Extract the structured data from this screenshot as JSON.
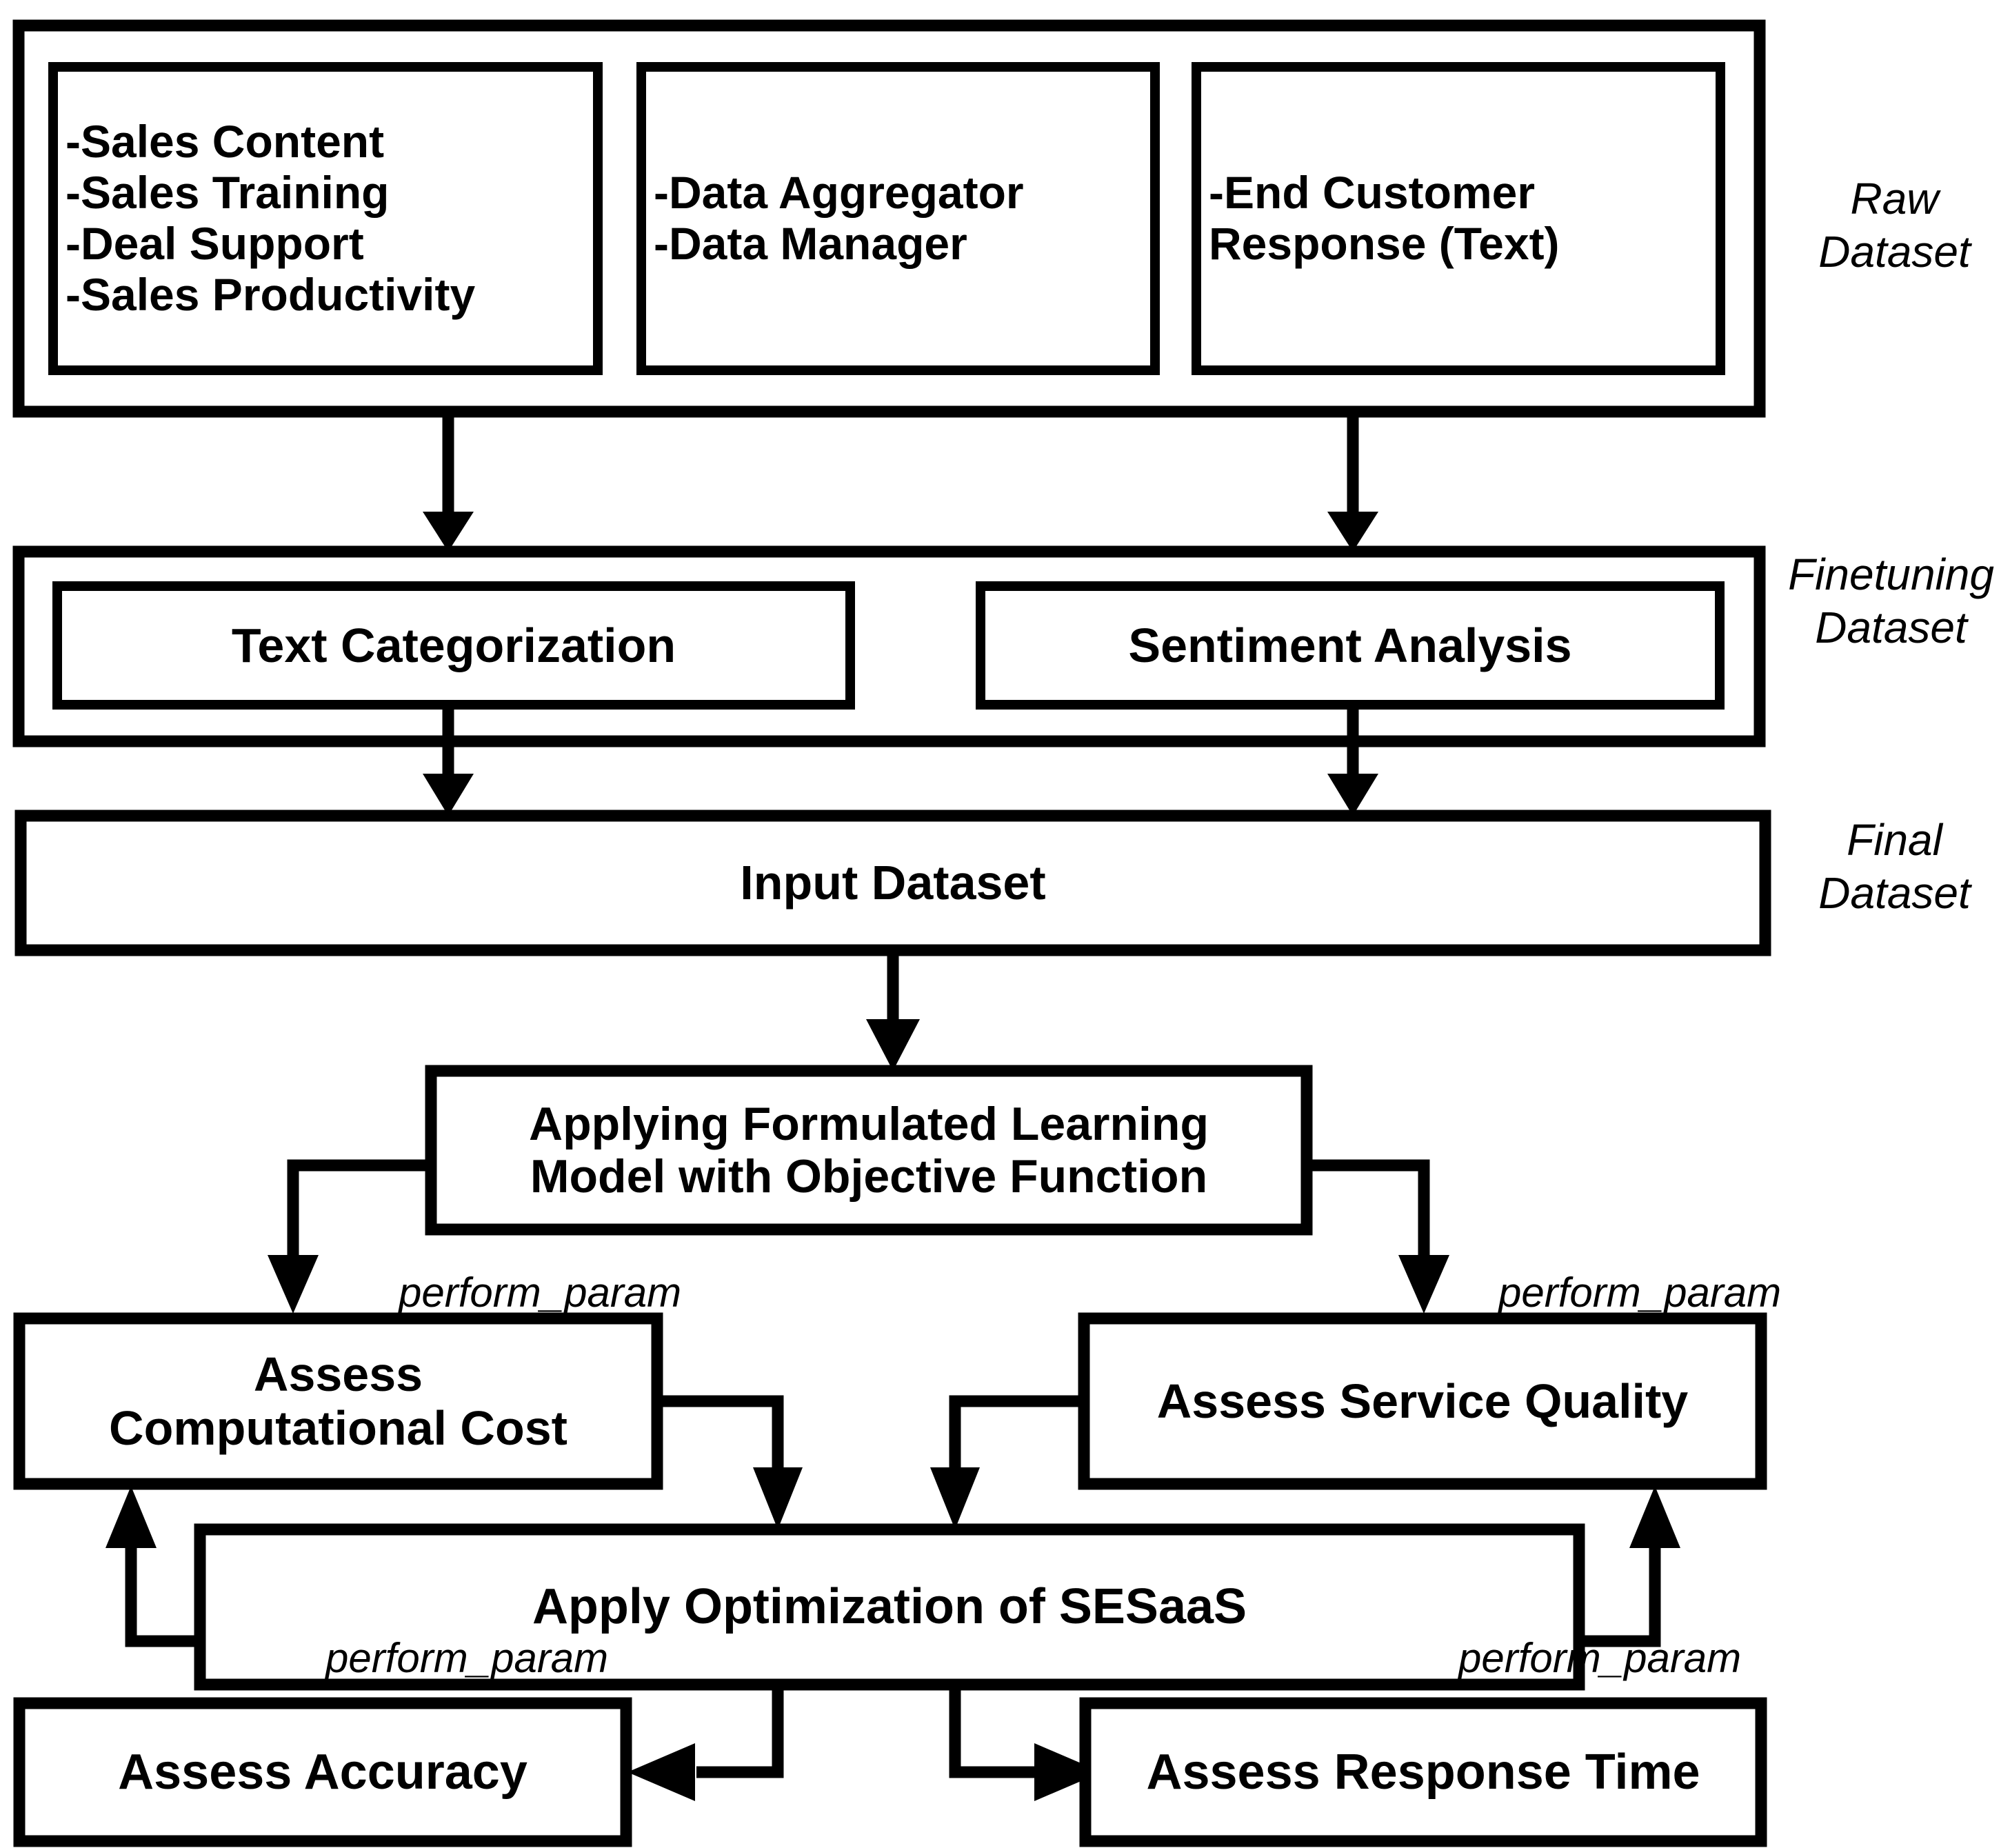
{
  "diagram": {
    "title": "SESaaS learning and optimization pipeline flowchart",
    "stroke_color": "#000000",
    "background_color": "#ffffff"
  },
  "stage_labels": {
    "raw": "Raw\nDataset",
    "finetuning": "Finetuning\nDataset",
    "final": "Final\nDataset"
  },
  "raw_dataset": {
    "boxes": [
      {
        "text": "-Sales Content\n-Sales Training\n-Deal Support\n-Sales Productivity"
      },
      {
        "text": "-Data Aggregator\n-Data Manager"
      },
      {
        "text": "-End Customer\nResponse (Text)"
      }
    ]
  },
  "finetuning_dataset": {
    "boxes": [
      {
        "text": "Text Categorization"
      },
      {
        "text": "Sentiment Analysis"
      }
    ]
  },
  "final_dataset": {
    "box": {
      "text": "Input Dataset"
    }
  },
  "model": {
    "box": {
      "text": "Applying Formulated Learning\nModel with Objective Function"
    }
  },
  "assessments": {
    "computational_cost": "Assess\nComputational Cost",
    "service_quality": "Assess Service Quality",
    "accuracy": "Assess Accuracy",
    "response_time": "Assess Response Time"
  },
  "optimization": {
    "box": {
      "text": "Apply Optimization of SESaaS"
    }
  },
  "edge_labels": {
    "perform_param": "perform_param",
    "instances": [
      {
        "id": "to-computational-cost",
        "text": "perform_param"
      },
      {
        "id": "to-service-quality",
        "text": "perform_param"
      },
      {
        "id": "to-accuracy",
        "text": "perform_param"
      },
      {
        "id": "to-response-time",
        "text": "perform_param"
      }
    ]
  }
}
